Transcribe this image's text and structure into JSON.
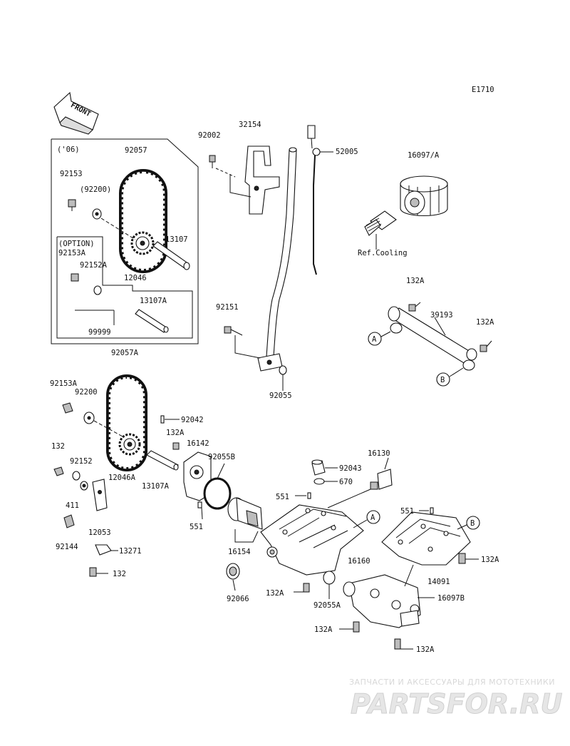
{
  "diagram_code": "E1710",
  "front_label": "FRONT",
  "year_box_label": "('06)",
  "option_label": "(OPTION)",
  "ref_cooling_label": "Ref.Cooling",
  "ref_circles": {
    "a": "A",
    "b": "B"
  },
  "part_numbers": {
    "p92057": "92057",
    "p92153": "92153",
    "p92200_paren": "(92200)",
    "p13107": "13107",
    "p12046": "12046",
    "p92153A_top": "92153A",
    "p92152A": "92152A",
    "p13107A_top": "13107A",
    "p99999": "99999",
    "p92002": "92002",
    "p32154": "32154",
    "p52005": "52005",
    "p16097A": "16097/A",
    "p132A_1": "132A",
    "p39193": "39193",
    "p132A_2": "132A",
    "p92151": "92151",
    "p92055": "92055",
    "p92057A": "92057A",
    "p92153A": "92153A",
    "p92200": "92200",
    "p92042": "92042",
    "p132A_3": "132A",
    "p16142": "16142",
    "p92055B": "92055B",
    "p132": "132",
    "p92152": "92152",
    "p12046A": "12046A",
    "p13107A": "13107A",
    "p411": "411",
    "p12053": "12053",
    "p551_a": "551",
    "p92144": "92144",
    "p13271": "13271",
    "p132_b": "132",
    "p16130": "16130",
    "p92043": "92043",
    "p670": "670",
    "p551_b": "551",
    "p551_c": "551",
    "p16154": "16154",
    "p16160": "16160",
    "p14091": "14091",
    "p132A_4": "132A",
    "p92066": "92066",
    "p132A_5": "132A",
    "p92055A": "92055A",
    "p16097B": "16097B",
    "p132A_6": "132A",
    "p132A_7": "132A"
  },
  "watermark": {
    "tagline": "ЗАПЧАСТИ И АКСЕССУАРЫ ДЛЯ МОТОТЕХНИКИ",
    "brand": "PARTSFOR.RU"
  }
}
